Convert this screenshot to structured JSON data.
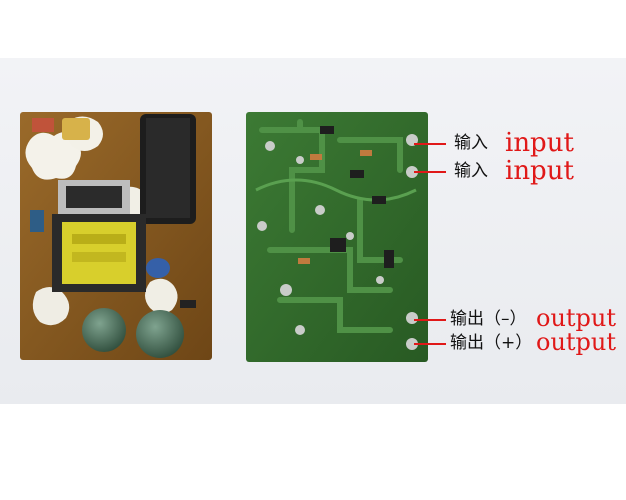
{
  "colors": {
    "backdrop": "#eef0f4",
    "pcb_front": "#8a5a1e",
    "pcb_back": "#2f6b2a",
    "callout": "#e01818"
  },
  "callouts": [
    {
      "cn": "输入",
      "en": "input"
    },
    {
      "cn": "输入",
      "en": "input"
    },
    {
      "cn": "输出（–）",
      "en": "output"
    },
    {
      "cn": "输出（+）",
      "en": "output"
    }
  ]
}
